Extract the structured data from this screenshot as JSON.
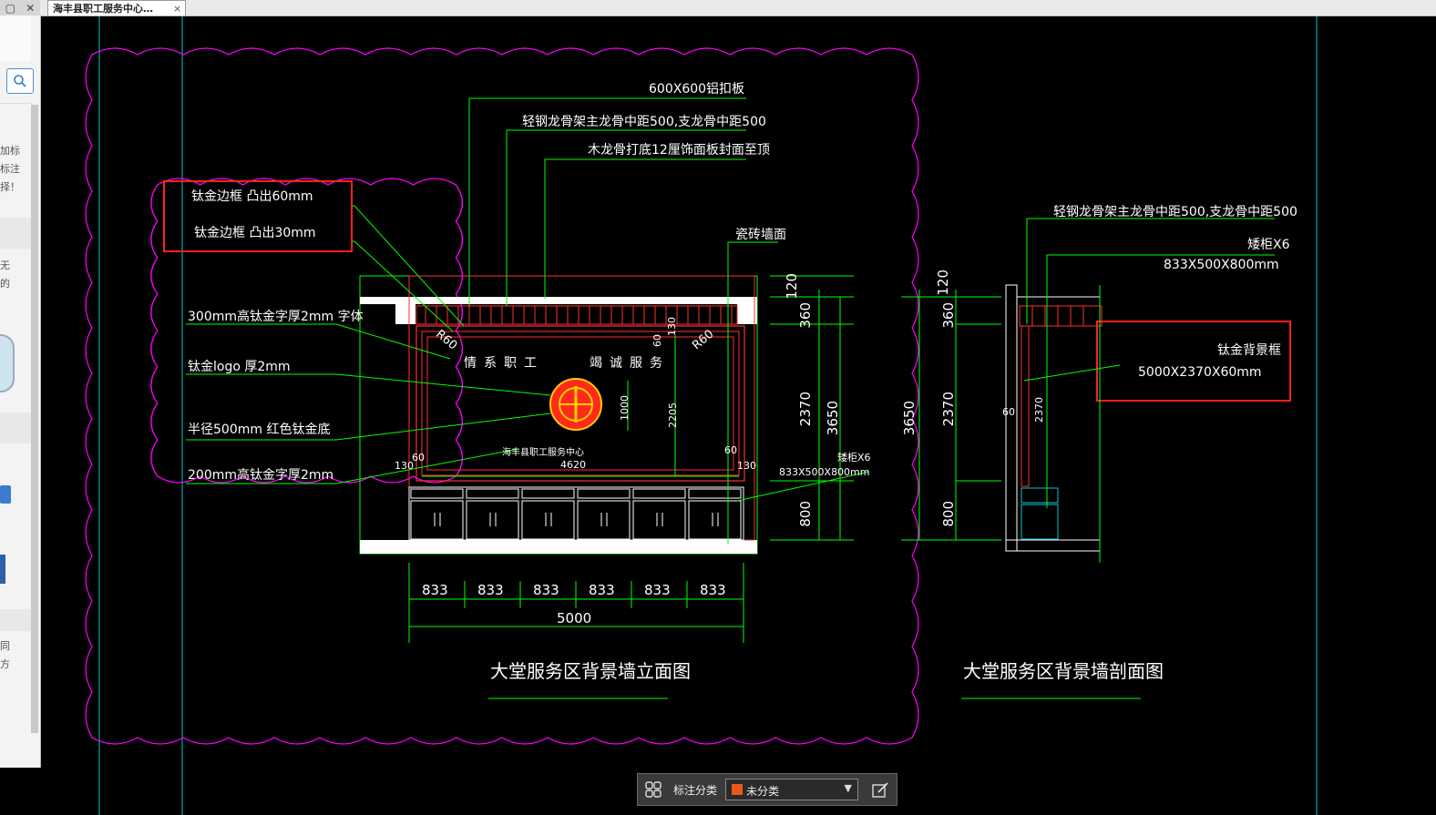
{
  "tab": {
    "title": "海丰县职工服务中心…",
    "close": "×"
  },
  "window": {
    "restore_glyph": "▢",
    "close_glyph": "✕"
  },
  "sidepanel": {
    "lines": [
      "加标",
      "标注",
      "择！",
      "无",
      "的",
      "同",
      "方"
    ]
  },
  "drawing": {
    "title_elevation": "大堂服务区背景墙立面图",
    "title_section": "大堂服务区背景墙剖面图",
    "callouts_left": [
      "钛金边框  凸出60mm",
      "钛金边框  凸出30mm",
      "300mm高钛金字厚2mm  字体",
      "钛金logo  厚2mm",
      "半径500mm  红色钛金底",
      "200mm高钛金字厚2mm"
    ],
    "callouts_top": [
      "600X600铝扣板",
      "轻钢龙骨架主龙骨中距500,支龙骨中距500",
      "木龙骨打底12厘饰面板封面至顶"
    ],
    "tile_wall": "瓷砖墙面",
    "slogan_left": "情系职工",
    "slogan_right": "竭诚服务",
    "center_name": "海丰县职工服务中心",
    "cabinet_label": "矮柜X6",
    "cabinet_size": "833X500X800mm",
    "radius_left": "R60",
    "radius_right": "R60",
    "dims_elev": {
      "d120": "120",
      "d360": "360",
      "d2370": "2370",
      "d3650": "3650",
      "d800": "800",
      "d2205": "2205",
      "d1000": "1000",
      "d130a": "130",
      "d60a": "60",
      "d60b": "60",
      "d60c": "60",
      "d130b": "130",
      "d130c": "130",
      "d4620": "4620",
      "cabinets": [
        "833",
        "833",
        "833",
        "833",
        "833",
        "833"
      ],
      "total": "5000"
    },
    "section": {
      "callout_1": "轻钢龙骨架主龙骨中距500,支龙骨中距500",
      "callout_2": "矮柜X6",
      "callout_3": "833X500X800mm",
      "frame_label": "钛金背景框",
      "frame_size": "5000X2370X60mm",
      "d120": "120",
      "d360": "360",
      "d2370": "2370",
      "d3650": "3650",
      "d800": "800",
      "d60": "60",
      "d2370b": "2370"
    }
  },
  "bottombar": {
    "label": "标注分类",
    "value": "未分类",
    "swatch_color": "#e8591c"
  },
  "colors": {
    "dim_green": "#00ff00",
    "cloud_magenta": "#ff00ff",
    "guide_cyan": "#00c8d8",
    "highlight_red": "#ff2020"
  }
}
